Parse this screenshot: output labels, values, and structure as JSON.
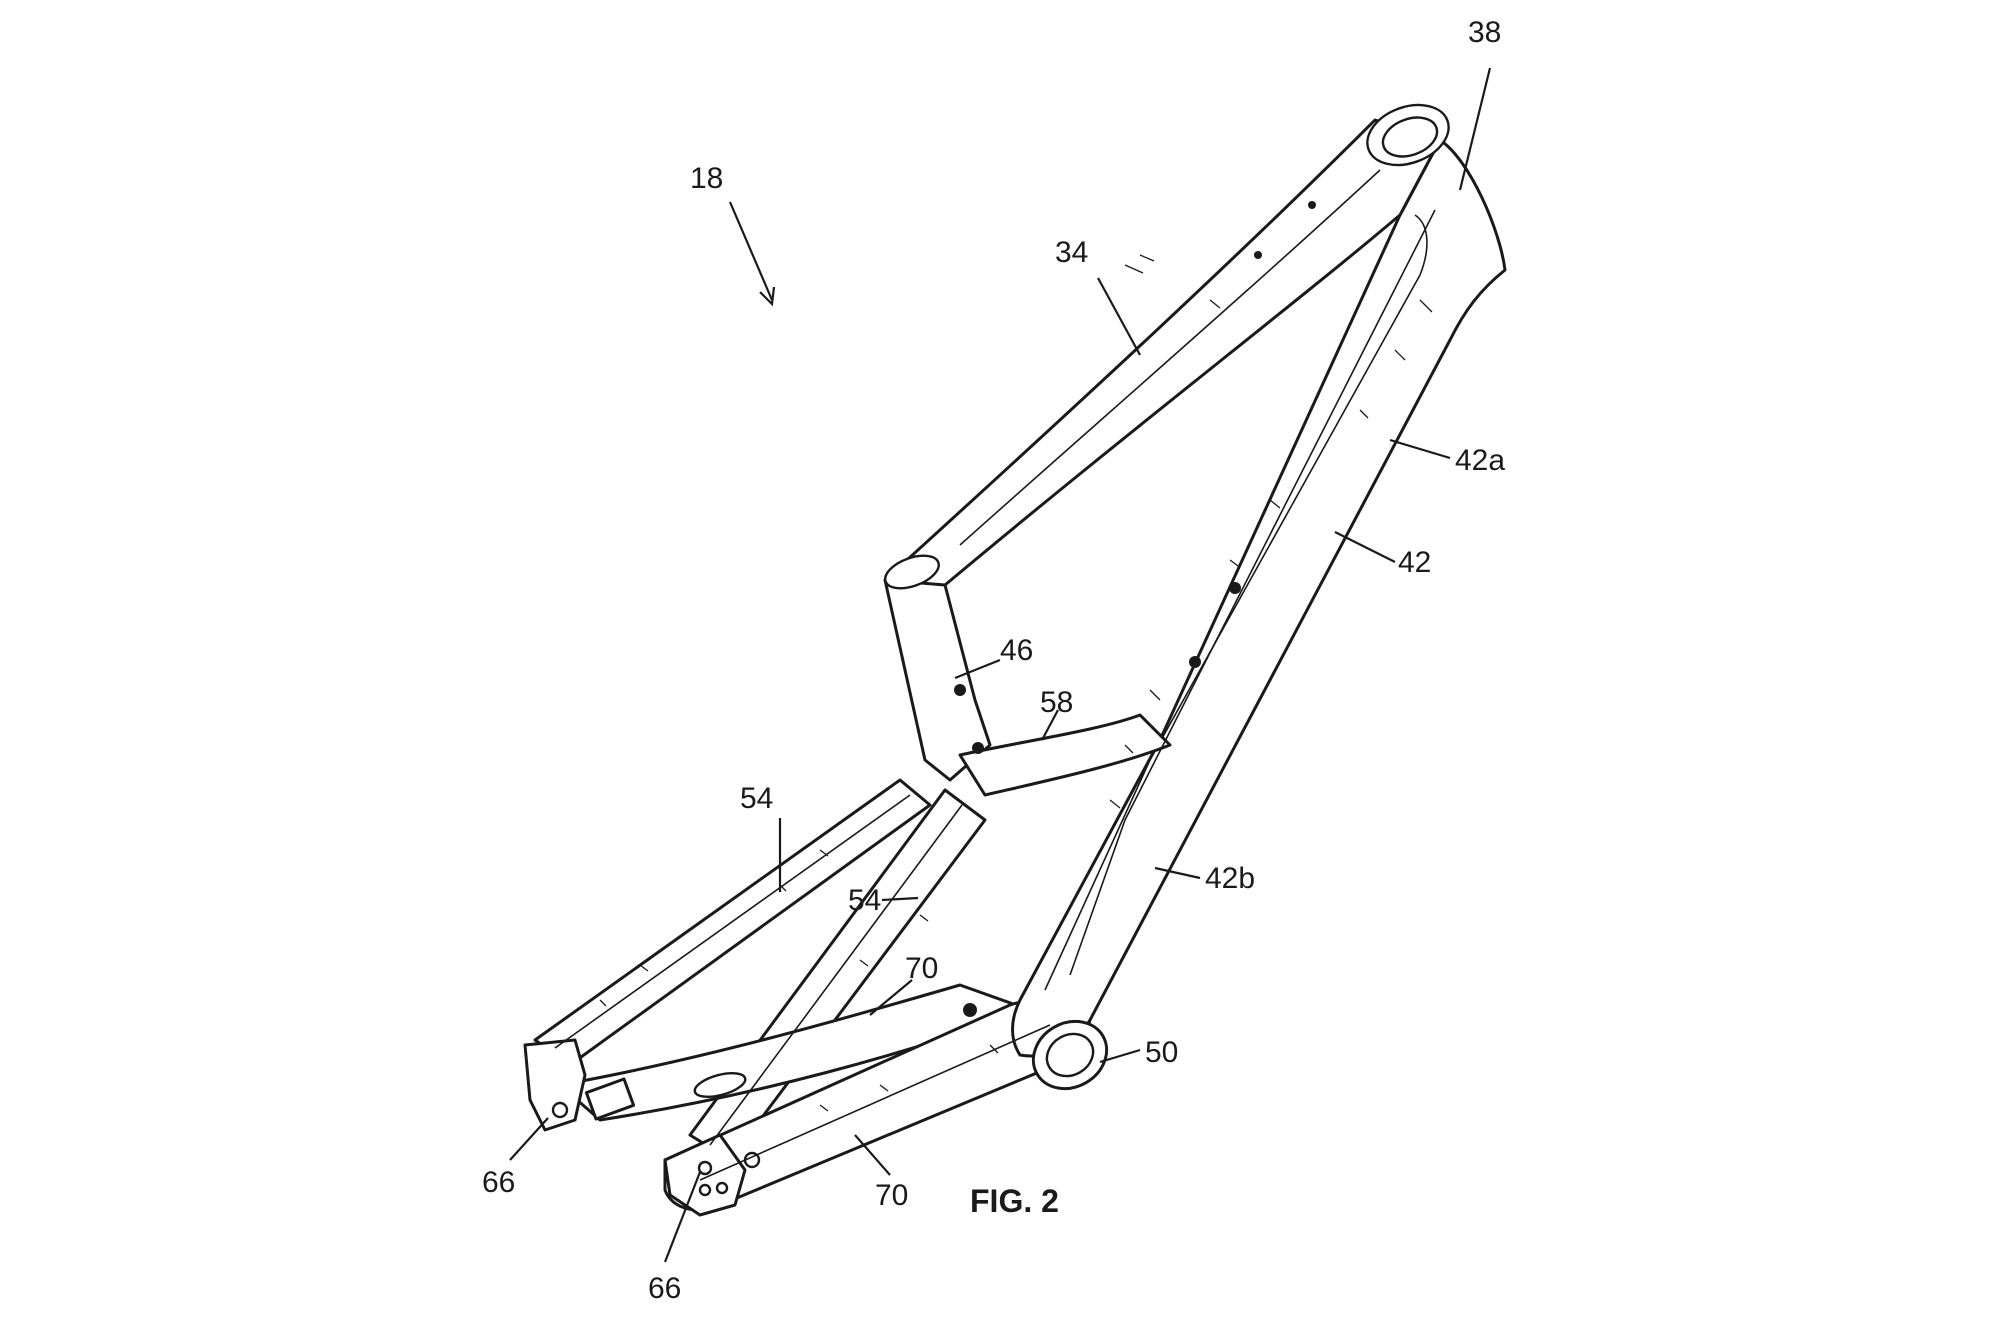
{
  "figure": {
    "caption": "FIG. 2",
    "labels": {
      "frame": "18",
      "top_tube": "34",
      "head_tube": "38",
      "down_tube": "42",
      "down_tube_upper": "42a",
      "down_tube_lower": "42b",
      "seat_tube": "46",
      "bottom_bracket": "50",
      "seat_stay_left": "54",
      "seat_stay_right": "54",
      "link_tube": "58",
      "dropout_left": "66",
      "dropout_right": "66",
      "chain_stay_upper": "70",
      "chain_stay_lower": "70"
    }
  }
}
